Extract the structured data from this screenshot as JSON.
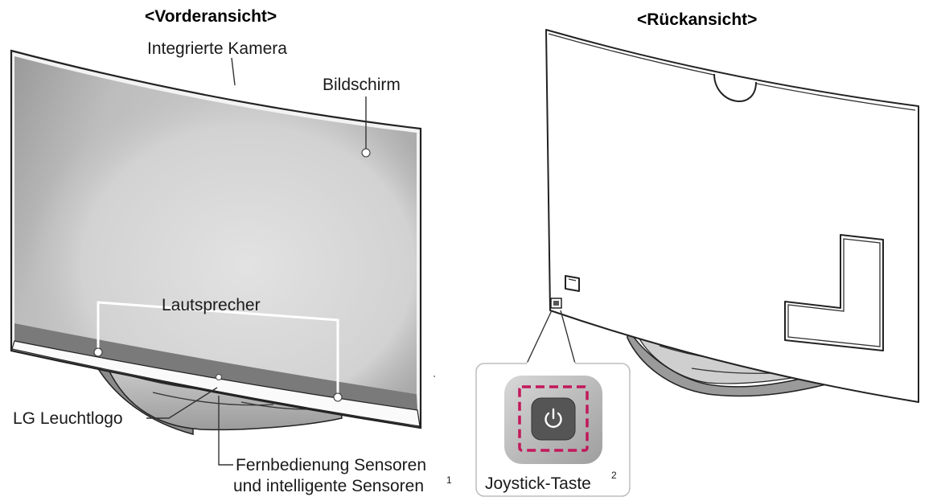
{
  "headings": {
    "front": "<Vorderansicht>",
    "back": "<Rückansicht>"
  },
  "labels": {
    "camera": "Integrierte Kamera",
    "screen": "Bildschirm",
    "speaker": "Lautsprecher",
    "logo": "LG Leuchtlogo",
    "sensor_line1": "Fernbedienung Sensoren",
    "sensor_line2": "und intelligente Sensoren",
    "sensor_footnote": "1",
    "joystick": "Joystick-Taste",
    "joystick_footnote": "2"
  },
  "icons": {
    "power": "power-icon"
  },
  "colors": {
    "screen_dark": "#8e8e8e",
    "screen_light": "#d6d6d6",
    "joystick_outline": "#c2185b",
    "button": "#555555"
  }
}
